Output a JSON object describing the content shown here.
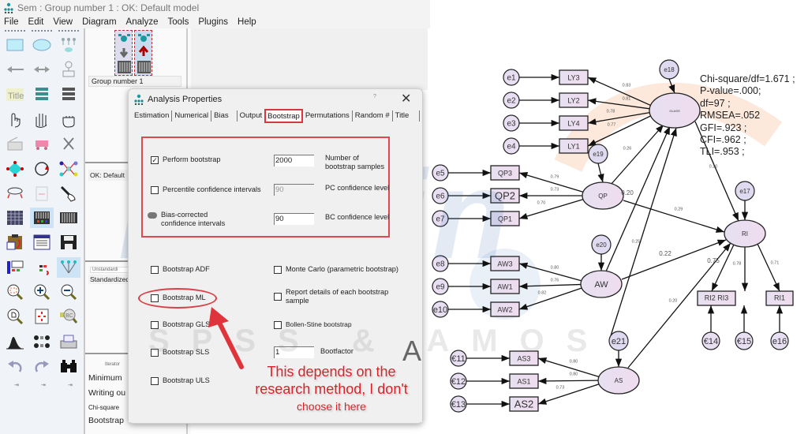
{
  "window": {
    "title": "Sem : Group number 1 : OK: Default model",
    "menu": [
      "File",
      "Edit",
      "View",
      "Diagram",
      "Analyze",
      "Tools",
      "Plugins",
      "Help"
    ]
  },
  "toolbox": {
    "tools": [
      "rectangle-icon",
      "ellipse-icon",
      "latent-indicator-icon",
      "single-arrow-icon",
      "double-arrow-icon",
      "unique-variable-icon",
      "title-icon",
      "list-variables-model-icon",
      "list-variables-data-icon",
      "select-one-icon",
      "select-all-icon",
      "deselect-all-icon",
      "duplicate-icon",
      "move-icon",
      "erase-icon",
      "change-shape-icon",
      "rotate-icon",
      "reflect-icon",
      "move-parameter-icon",
      "scroll-icon",
      "touch-up-icon",
      "data-files-icon",
      "analysis-properties-icon",
      "calculate-estimates-icon",
      "copy-clipboard-icon",
      "view-text-icon",
      "save-icon",
      "object-properties-icon",
      "drag-properties-icon",
      "preserve-symmetries-icon",
      "zoom-select-icon",
      "zoom-in-icon",
      "zoom-out-icon",
      "zoom-page-icon",
      "resize-icon",
      "magnifier-icon",
      "bayesian-icon",
      "multiple-group-icon",
      "print-icon",
      "undo-icon",
      "redo-icon",
      "specification-search-icon"
    ],
    "title_tool_text": "Title"
  },
  "model_panel": {
    "group": "Group number 1",
    "model": "OK: Default",
    "unstandardized_tab": "Unstandardi",
    "standardized": "Standardized",
    "iterator": "Iterator",
    "log": [
      "Minimum",
      "Writing ou",
      "Chi-square",
      "Bootstrap"
    ]
  },
  "dialog": {
    "title": "Analysis Properties",
    "help": "?",
    "tabs": [
      "Estimation",
      "Numerical",
      "Bias",
      "Output",
      "Bootstrap",
      "Permutations",
      "Random #",
      "Title"
    ],
    "active_tab": "Bootstrap",
    "perform_bootstrap": {
      "label": "Perform bootstrap",
      "checked": true,
      "value": "2000",
      "field_label": "Number of bootstrap samples"
    },
    "percentile_ci": {
      "label": "Percentile confidence intervals",
      "checked": false,
      "value": "90",
      "field_label": "PC confidence level"
    },
    "bias_corrected_ci": {
      "label": "Bias-corrected confidence intervals",
      "value": "90",
      "field_label": "BC confidence level"
    },
    "left_options": [
      {
        "label": "Bootstrap ADF",
        "checked": false
      },
      {
        "label": "Bootstrap ML",
        "checked": false
      },
      {
        "label": "Bootstrap GLS",
        "checked": false
      },
      {
        "label": "Bootstrap SLS",
        "checked": false
      },
      {
        "label": "Bootstrap ULS",
        "checked": false
      }
    ],
    "right_options": [
      {
        "label": "Monte Carlo (parametric bootstrap)",
        "checked": false
      },
      {
        "label": "Report details of each bootstrap sample",
        "checked": false
      },
      {
        "label": "Bollen-Stine bootstrap",
        "checked": false
      }
    ],
    "bootfactor": {
      "value": "1",
      "label": "Bootfactor"
    }
  },
  "annotation": {
    "line1": "This depends on the",
    "line2": "research method, I don't",
    "line3": "choose it here",
    "color": "#d8232a"
  },
  "watermark": {
    "main": "Lemin",
    "sub": "SPSS & AMOS"
  },
  "diagram": {
    "fit_indices": [
      "Chi-square/df=1.671 ;",
      "P-value=.000;",
      "df=97 ;",
      "RMSEA=.052",
      "GFI=.923 ;",
      "CFI=.962 ;",
      "TLI=.953 ;"
    ],
    "latents": [
      "GLASS",
      "QP",
      "AW",
      "AS",
      "RI"
    ],
    "errors": [
      "e1",
      "e2",
      "e3",
      "e4",
      "e5",
      "e6",
      "e7",
      "e8",
      "e9",
      "e10",
      "€11",
      "€12",
      "€13",
      "€14",
      "€15",
      "e16",
      "e17",
      "e18",
      "e19",
      "e20",
      "e21"
    ],
    "observed": [
      "LY3",
      "LY2",
      "LY4",
      "LY1",
      "QP3",
      "QP2",
      "QP1",
      "AW3",
      "AW1",
      "AW2",
      "AS3",
      "AS1",
      "AS2",
      "RI2 RI3",
      "RI1"
    ],
    "loadings": {
      "glass": [
        "0.83",
        "0.81",
        "0.78",
        "0.77"
      ],
      "qp": [
        "0.79",
        "0.73",
        "0.70"
      ],
      "aw": [
        "0.80",
        "0.76",
        "0.82"
      ],
      "as": [
        "0.80",
        "0.80",
        "0.73"
      ],
      "ri": [
        "0.75",
        "0.78",
        "0.71"
      ]
    },
    "paths": {
      "qp_glass": "0.26",
      "qp_glass2": "0.20",
      "qp_ri": "0.29",
      "aw_glass": "0.25",
      "aw_ri": "0.22",
      "as_ri": "0.20",
      "glass_ri": "0.20"
    }
  }
}
